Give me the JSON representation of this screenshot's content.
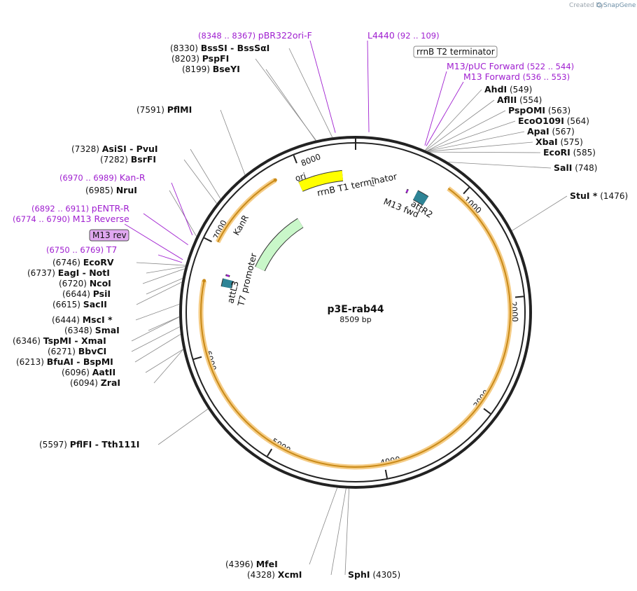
{
  "credit": "Created by",
  "brand": "SnapGene",
  "plasmid": {
    "name": "p3E-rab44",
    "size_label": "8509 bp",
    "length": 8509
  },
  "ticks": [
    {
      "bp": 1000,
      "label": "1000"
    },
    {
      "bp": 2000,
      "label": "2000"
    },
    {
      "bp": 3000,
      "label": "3000"
    },
    {
      "bp": 4000,
      "label": "4000"
    },
    {
      "bp": 5000,
      "label": "5000"
    },
    {
      "bp": 6000,
      "label": "6000"
    },
    {
      "bp": 7000,
      "label": "7000"
    },
    {
      "bp": 8000,
      "label": "8000"
    }
  ],
  "features": [
    {
      "name": "ori",
      "color": "#ffff00",
      "start": 7950,
      "end": 8380
    },
    {
      "name": "KanR",
      "color": "#c9f7c9",
      "start": 6960,
      "end": 7760
    },
    {
      "name": "rrnB T1 terminator",
      "color": "#ffffff",
      "start": 160,
      "end": 200
    },
    {
      "name": "M13 fwd",
      "color": "#a020d0",
      "start": 536,
      "end": 553
    },
    {
      "name": "attR2",
      "color": "#2e8496",
      "start": 640,
      "end": 760
    },
    {
      "name": "attL3",
      "color": "#2e8496",
      "start": 6640,
      "end": 6720
    },
    {
      "name": "T7 promoter",
      "color": "#a020d0",
      "start": 6750,
      "end": 6769
    },
    {
      "name": "rrnB T2 terminator",
      "color": "#ffffff",
      "start": 180,
      "end": 210
    }
  ],
  "orfs": [
    {
      "start": 7020,
      "end": 7770
    },
    {
      "start": 870,
      "end": 6660
    }
  ],
  "sites": [
    {
      "name": "BssSI",
      "name2": "BssSαI",
      "pos": "(8330)"
    },
    {
      "name": "PspFI",
      "pos": "(8203)"
    },
    {
      "name": "BseYI",
      "pos": "(8199)"
    },
    {
      "name": "PflMI",
      "pos": "(7591)"
    },
    {
      "name": "AsiSI",
      "name2": "PvuI",
      "pos": "(7328)"
    },
    {
      "name": "BsrFI",
      "pos": "(7282)"
    },
    {
      "name": "NruI",
      "pos": "(6985)"
    },
    {
      "name": "EcoRV",
      "pos": "(6746)"
    },
    {
      "name": "EagI",
      "name2": "NotI",
      "pos": "(6737)"
    },
    {
      "name": "NcoI",
      "pos": "(6720)"
    },
    {
      "name": "PsiI",
      "pos": "(6644)"
    },
    {
      "name": "SacII",
      "pos": "(6615)"
    },
    {
      "name": "MscI *",
      "pos": "(6444)"
    },
    {
      "name": "SmaI",
      "pos": "(6348)"
    },
    {
      "name": "TspMI",
      "name2": "XmaI",
      "pos": "(6346)"
    },
    {
      "name": "BbvCI",
      "pos": "(6271)"
    },
    {
      "name": "BfuAI",
      "name2": "BspMI",
      "pos": "(6213)"
    },
    {
      "name": "AatII",
      "pos": "(6096)"
    },
    {
      "name": "ZraI",
      "pos": "(6094)"
    },
    {
      "name": "PflFI",
      "name2": "Tth111I",
      "pos": "(5597)"
    },
    {
      "name": "MfeI",
      "pos": "(4396)"
    },
    {
      "name": "XcmI",
      "pos": "(4328)"
    },
    {
      "name": "SphI",
      "pos": "(4305)"
    },
    {
      "name": "AhdI",
      "pos": "(549)"
    },
    {
      "name": "AflII",
      "pos": "(554)"
    },
    {
      "name": "PspOMI",
      "pos": "(563)"
    },
    {
      "name": "EcoO109I",
      "pos": "(564)"
    },
    {
      "name": "ApaI",
      "pos": "(567)"
    },
    {
      "name": "XbaI",
      "pos": "(575)"
    },
    {
      "name": "EcoRI",
      "pos": "(585)"
    },
    {
      "name": "SalI",
      "pos": "(748)"
    },
    {
      "name": "StuI *",
      "pos": "(1476)"
    }
  ],
  "primers": [
    {
      "name": "pBR322ori-F",
      "range": "(8348 .. 8367)"
    },
    {
      "name": "L4440",
      "range": "(92 .. 109)"
    },
    {
      "name": "M13/pUC Forward",
      "range": "(522 .. 544)"
    },
    {
      "name": "M13 Forward",
      "range": "(536 .. 553)"
    },
    {
      "name": "Kan-R",
      "range": "(6970 .. 6989)"
    },
    {
      "name": "pENTR-R",
      "range": "(6892 .. 6911)"
    },
    {
      "name": "M13 Reverse",
      "range": "(6774 .. 6790)"
    },
    {
      "name": "T7",
      "range": "(6750 .. 6769)"
    }
  ],
  "boxed_labels": {
    "rrnb_t2": "rrnB T2 terminator",
    "m13_rev": "M13 rev"
  }
}
